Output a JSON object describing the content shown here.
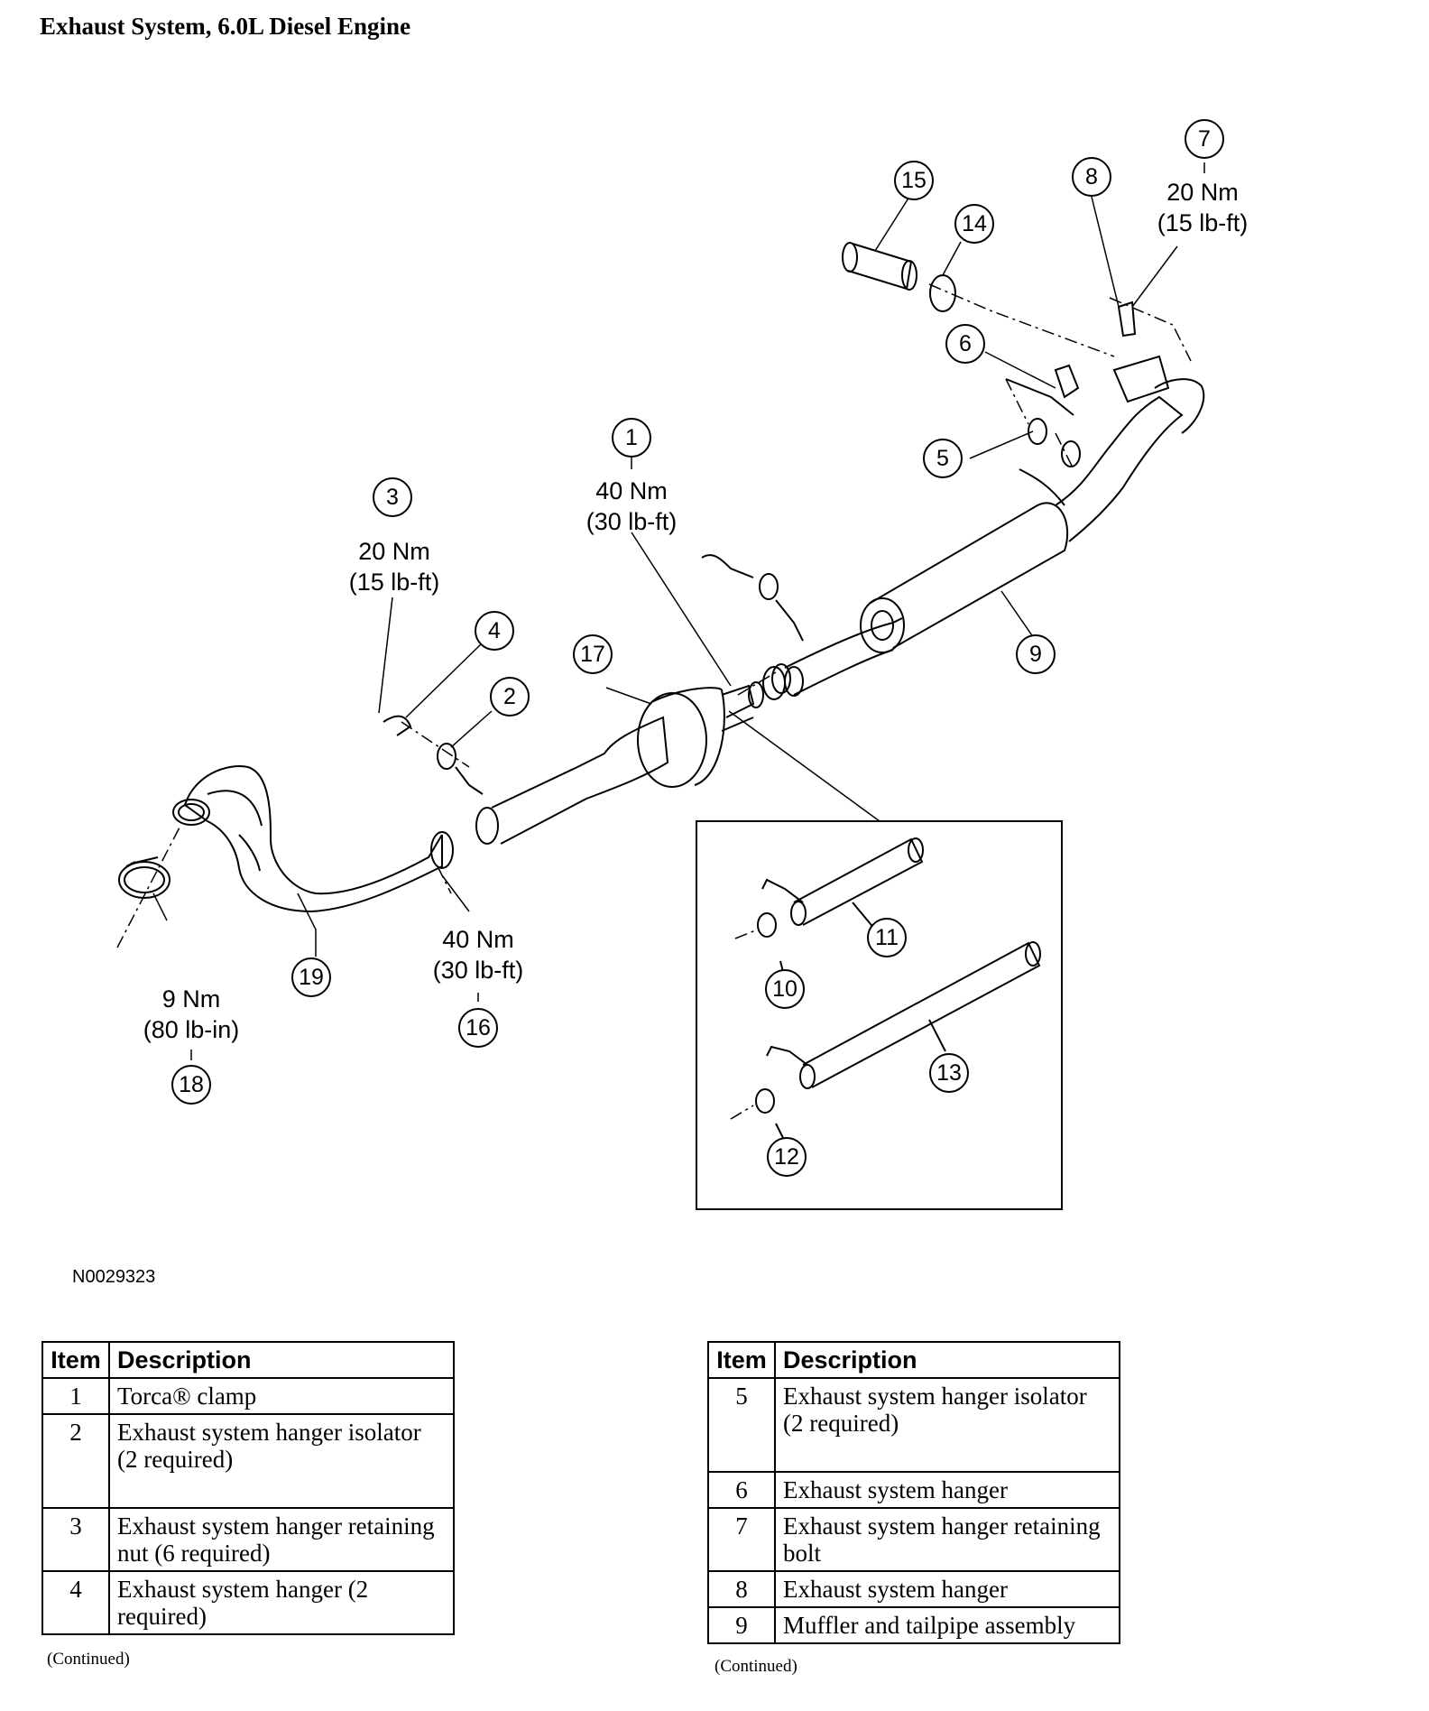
{
  "title": "Exhaust System, 6.0L Diesel Engine",
  "figure_id": "N0029323",
  "callouts": {
    "c1": "1",
    "c2": "2",
    "c3": "3",
    "c4": "4",
    "c5": "5",
    "c6": "6",
    "c7": "7",
    "c8": "8",
    "c9": "9",
    "c10": "10",
    "c11": "11",
    "c12": "12",
    "c13": "13",
    "c14": "14",
    "c15": "15",
    "c16": "16",
    "c17": "17",
    "c18": "18",
    "c19": "19"
  },
  "torque": {
    "t1_nm": "40 Nm",
    "t1_lb": "(30 lb-ft)",
    "t3_nm": "20 Nm",
    "t3_lb": "(15 lb-ft)",
    "t7_nm": "20 Nm",
    "t7_lb": "(15 lb-ft)",
    "t16_nm": "40 Nm",
    "t16_lb": "(30 lb-ft)",
    "t18_nm": "9 Nm",
    "t18_lb": "(80 lb-in)"
  },
  "legend": {
    "header_item": "Item",
    "header_desc": "Description",
    "left_rows": [
      {
        "item": "1",
        "desc": "Torca® clamp"
      },
      {
        "item": "2",
        "desc": "Exhaust system hanger isolator (2 required)"
      },
      {
        "item": "3",
        "desc": "Exhaust system hanger retaining nut (6 required)"
      },
      {
        "item": "4",
        "desc": "Exhaust system hanger (2 required)"
      }
    ],
    "right_rows": [
      {
        "item": "5",
        "desc": "Exhaust system hanger isolator (2 required)"
      },
      {
        "item": "6",
        "desc": "Exhaust system hanger"
      },
      {
        "item": "7",
        "desc": "Exhaust system hanger retaining bolt"
      },
      {
        "item": "8",
        "desc": "Exhaust system hanger"
      },
      {
        "item": "9",
        "desc": "Muffler and tailpipe assembly"
      }
    ],
    "continued_left": "(Continued)",
    "continued_right": "(Continued)"
  }
}
